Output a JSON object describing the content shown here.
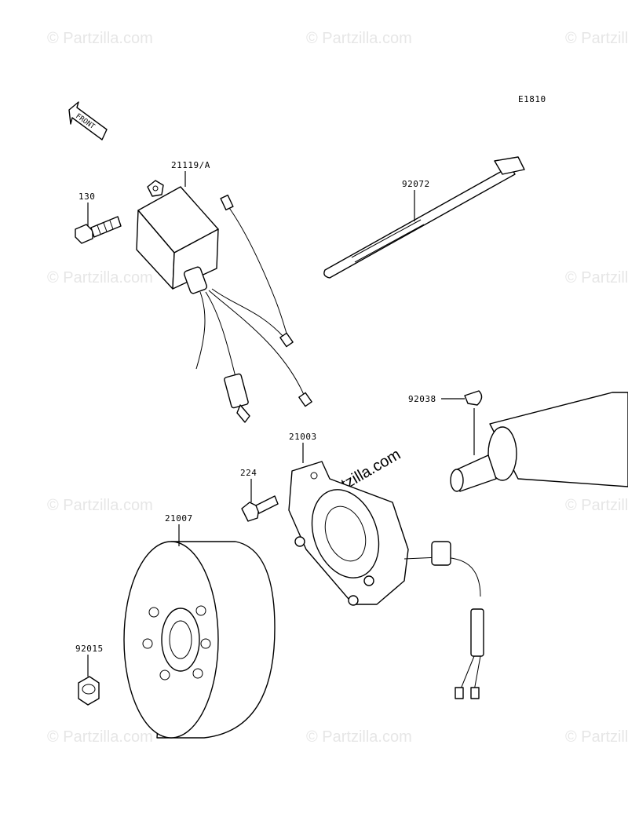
{
  "diagram_code": "E1810",
  "front_label": "FRONT",
  "watermark_text": "© Partzilla.com",
  "parts": {
    "cdi_unit": "21119/A",
    "bolt_130": "130",
    "tie_band": "92072",
    "key": "92038",
    "stator": "21003",
    "screw_224": "224",
    "flywheel": "21007",
    "nut": "92015"
  }
}
